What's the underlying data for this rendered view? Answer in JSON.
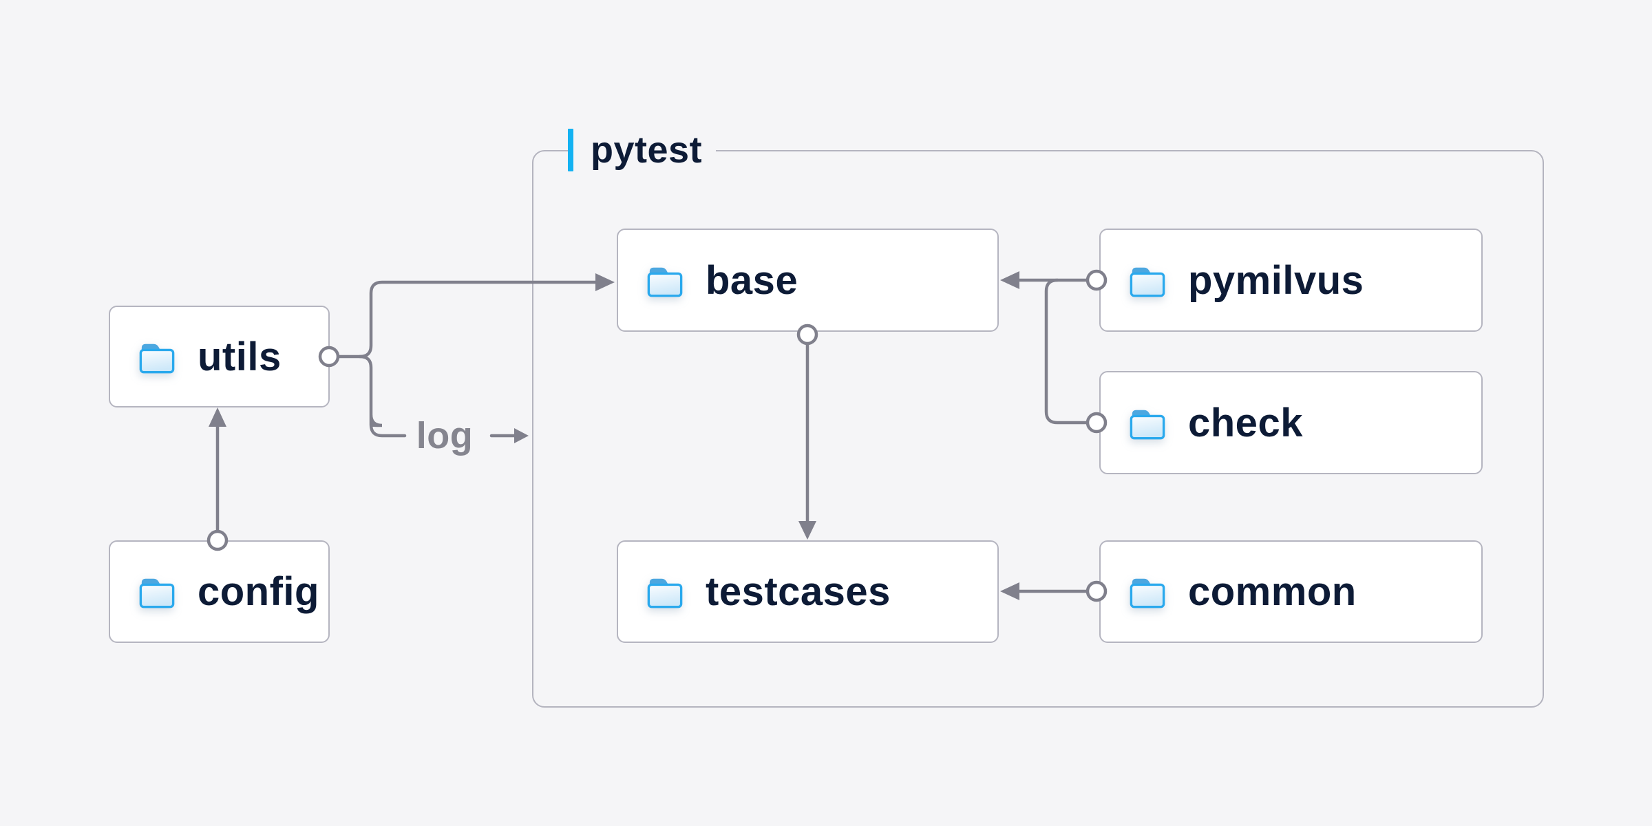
{
  "container": {
    "label": "pytest"
  },
  "nodes": {
    "utils": {
      "label": "utils",
      "icon": "folder-icon"
    },
    "config": {
      "label": "config",
      "icon": "folder-icon"
    },
    "base": {
      "label": "base",
      "icon": "folder-icon"
    },
    "pymilvus": {
      "label": "pymilvus",
      "icon": "folder-icon"
    },
    "check": {
      "label": "check",
      "icon": "folder-icon"
    },
    "testcases": {
      "label": "testcases",
      "icon": "folder-icon"
    },
    "common": {
      "label": "common",
      "icon": "folder-icon"
    }
  },
  "edges": [
    {
      "from": "config",
      "to": "utils"
    },
    {
      "from": "utils",
      "to": "base"
    },
    {
      "from": "utils",
      "to": "pytest",
      "label": "log"
    },
    {
      "from": "pymilvus",
      "to": "base"
    },
    {
      "from": "check",
      "to": "base"
    },
    {
      "from": "base",
      "to": "testcases"
    },
    {
      "from": "common",
      "to": "testcases"
    }
  ],
  "log_edge_label": "log",
  "colors": {
    "background": "#f5f5f7",
    "node_fill": "#ffffff",
    "node_border": "#b5b5c0",
    "container_border": "#b4b4bf",
    "connector": "#80808c",
    "label_text": "#0d1b36",
    "muted_label": "#85858f",
    "accent_cyan": "#13b2f2",
    "folder_blue": "#2aa9ed",
    "folder_tab": "#4ca7e0"
  }
}
